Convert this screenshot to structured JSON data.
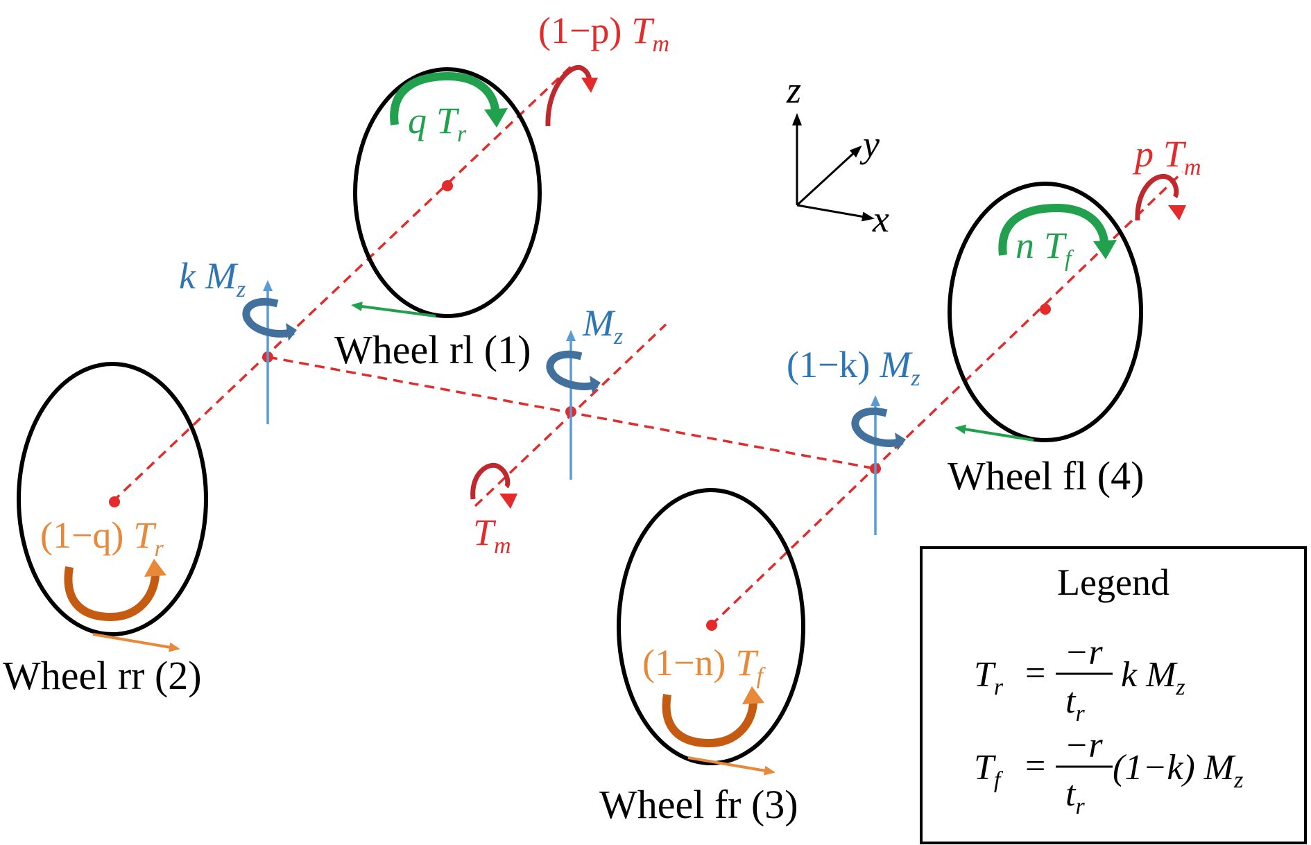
{
  "colors": {
    "red": "#e32b2b",
    "dark_red": "#c0282d",
    "blue_label": "#2e75b6",
    "blue_arrow": "#5b9bd5",
    "blue_dark": "#41719c",
    "green": "#21a04d",
    "orange": "#e8893a",
    "orange_dark": "#c55a11",
    "black": "#000000"
  },
  "wheels": {
    "rl": "Wheel rl (1)",
    "rr": "Wheel rr (2)",
    "fr": "Wheel fr (3)",
    "fl": "Wheel fl (4)"
  },
  "axes": {
    "x": "x",
    "y": "y",
    "z": "z"
  },
  "torques": {
    "rl_motor": {
      "coef": "(1−p)",
      "sym": "T",
      "sub": "m"
    },
    "rl_wheel": {
      "coef": "q",
      "sym": "T",
      "sub": "r"
    },
    "fl_motor": {
      "coef": "p",
      "sym": "T",
      "sub": "m"
    },
    "fl_wheel": {
      "coef": "n",
      "sym": "T",
      "sub": "f"
    },
    "rr_wheel": {
      "coef": "(1−q)",
      "sym": "T",
      "sub": "r"
    },
    "fr_wheel": {
      "coef": "(1−n)",
      "sym": "T",
      "sub": "f"
    },
    "center_motor": {
      "sym": "T",
      "sub": "m"
    }
  },
  "moments": {
    "rear": {
      "coef": "k",
      "sym": "M",
      "sub": "z"
    },
    "center": {
      "sym": "M",
      "sub": "z"
    },
    "front": {
      "coef": "(1−k)",
      "sym": "M",
      "sub": "z"
    }
  },
  "legend": {
    "title": "Legend",
    "eq1": {
      "lhs": "T",
      "lhs_sub": "r",
      "eq": "=",
      "num": "−r",
      "den": "t",
      "den_sub": "r",
      "rhs": "k M",
      "rhs_sub": "z"
    },
    "eq2": {
      "lhs": "T",
      "lhs_sub": "f",
      "eq": "=",
      "num": "−r",
      "den": "t",
      "den_sub": "r",
      "rhs": "(1−k) M",
      "rhs_sub": "z"
    }
  }
}
